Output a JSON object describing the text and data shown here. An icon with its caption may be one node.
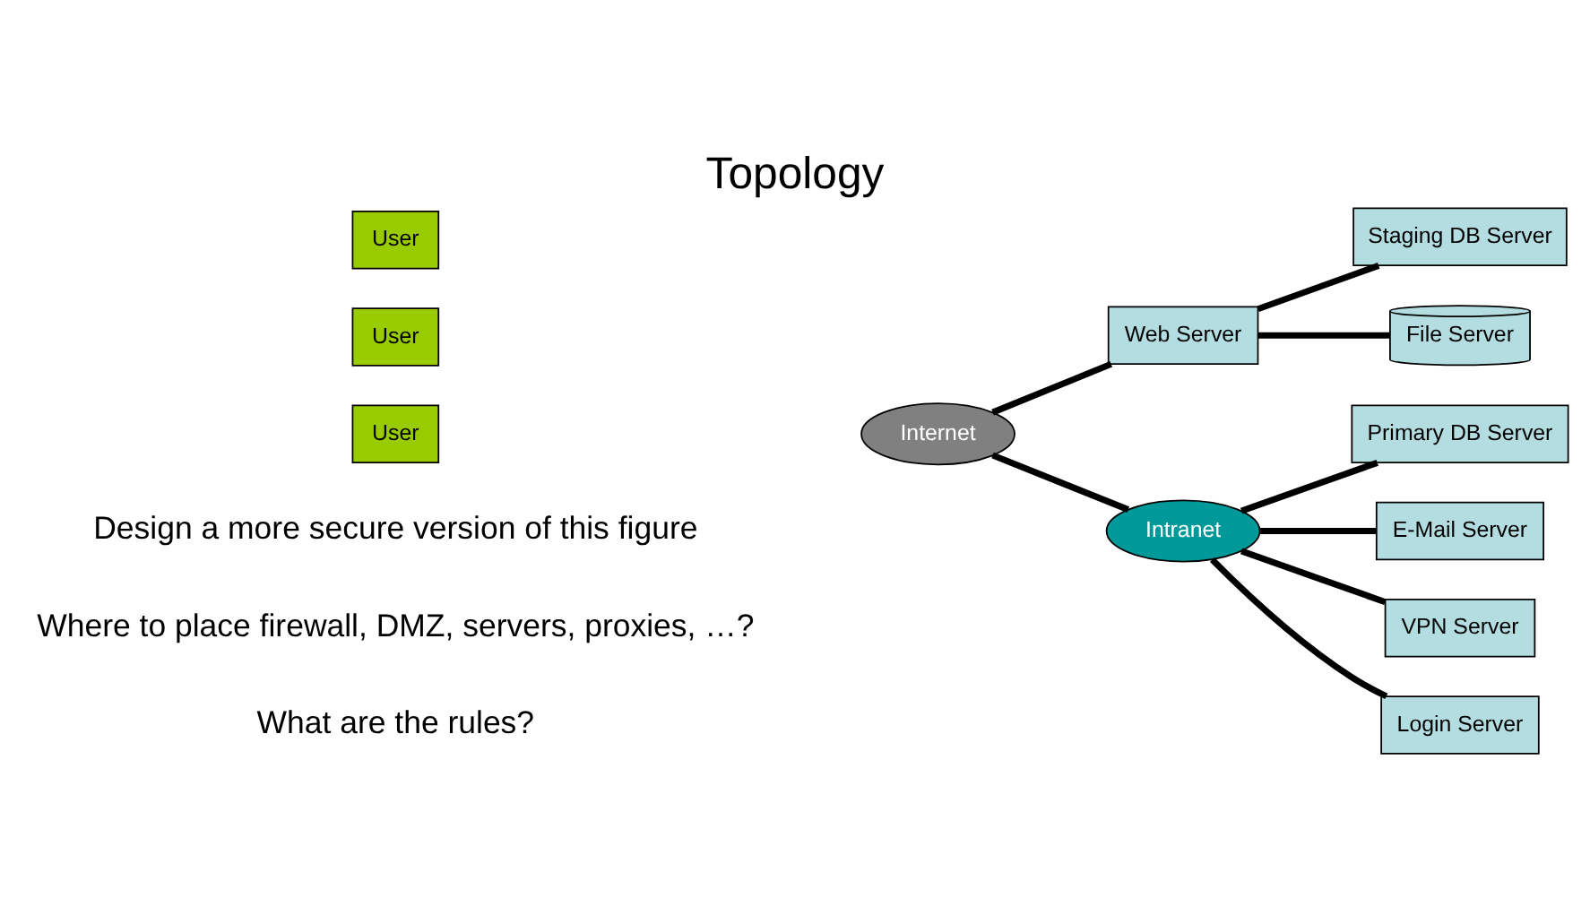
{
  "diagram": {
    "title": "Topology",
    "nodes": [
      {
        "text": [
          "User"
        ]
      },
      {
        "text": [
          "User"
        ]
      },
      {
        "text": [
          "User"
        ]
      },
      {
        "text": [
          "Internet"
        ]
      },
      {
        "text": [
          "Web Server"
        ]
      },
      {
        "text": [
          "Staging DB Server"
        ]
      },
      {
        "text": [
          "File Server"
        ]
      },
      {
        "text": [
          "Intranet"
        ]
      },
      {
        "text": [
          "Primary DB Server"
        ]
      },
      {
        "text": [
          "E-Mail Server"
        ]
      },
      {
        "text": [
          "VPN Server"
        ]
      },
      {
        "text": [
          "Login Server"
        ]
      }
    ],
    "edges": [
      {
        "from": 3,
        "to": 4,
        "arrow": "none"
      },
      {
        "from": 4,
        "to": 5,
        "arrow": "none"
      },
      {
        "from": 4,
        "to": 6,
        "arrow": "none"
      },
      {
        "from": 3,
        "to": 7,
        "arrow": "none"
      },
      {
        "from": 7,
        "to": 8,
        "arrow": "none"
      },
      {
        "from": 7,
        "to": 9,
        "arrow": "none"
      },
      {
        "from": 7,
        "to": 10,
        "arrow": "none"
      },
      {
        "from": 7,
        "to": 11,
        "arrow": "none"
      }
    ],
    "labels": [
      "Design a more secure version of this figure",
      "Where to place firewall, DMZ, servers, proxies, …?",
      "What are the rules?"
    ]
  }
}
